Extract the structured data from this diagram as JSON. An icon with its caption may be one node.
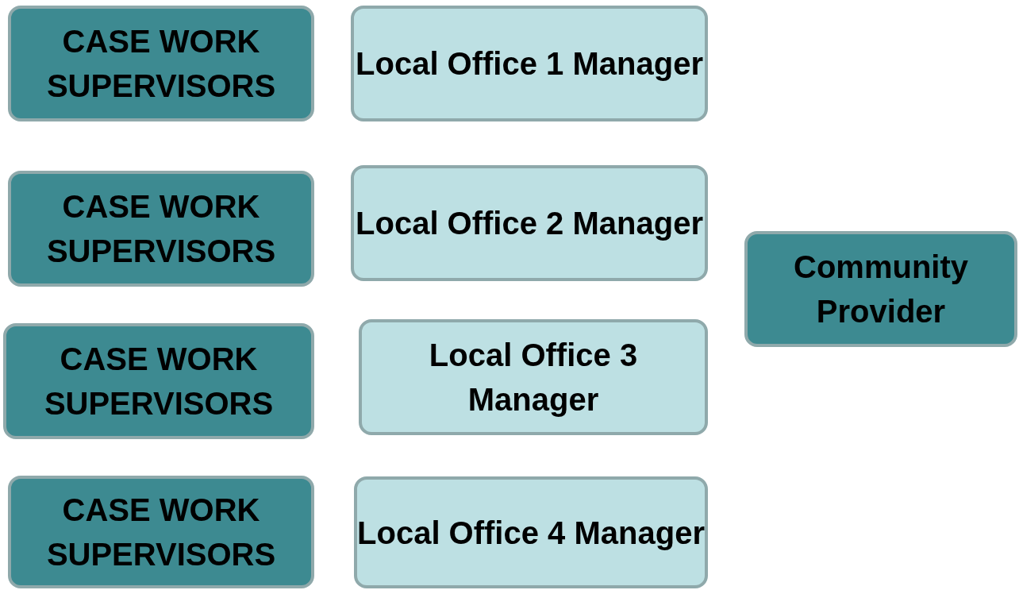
{
  "diagram": {
    "nodes": [
      {
        "text": [
          "CASE WORK SUPERVISORS"
        ]
      },
      {
        "text": [
          "Local Office 1 Manager"
        ]
      },
      {
        "text": [
          "CASE WORK SUPERVISORS"
        ]
      },
      {
        "text": [
          "Local Office 2 Manager"
        ]
      },
      {
        "text": [
          "Community Provider"
        ]
      },
      {
        "text": [
          "CASE WORK SUPERVISORS"
        ]
      },
      {
        "text": [
          "Local Office 3 Manager"
        ]
      },
      {
        "text": [
          "CASE WORK SUPERVISORS"
        ]
      },
      {
        "text": [
          "Local Office 4 Manager"
        ]
      }
    ]
  }
}
